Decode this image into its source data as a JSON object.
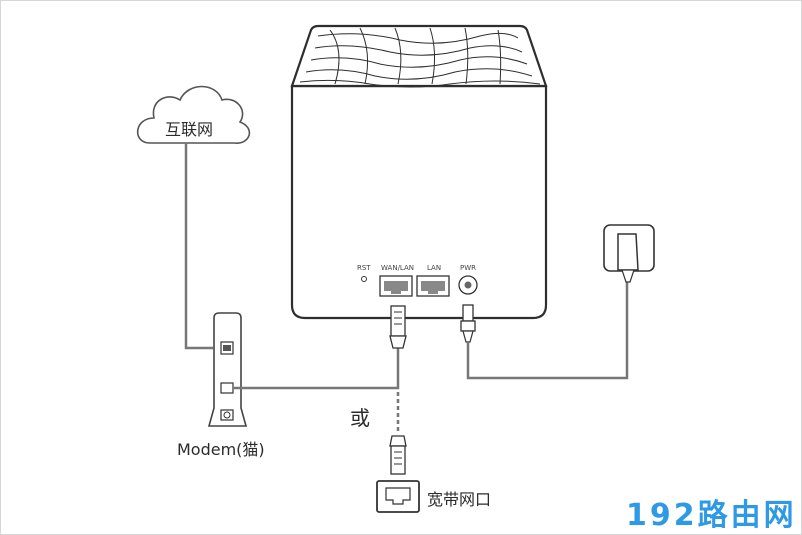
{
  "labels": {
    "internet": "互联网",
    "modem": "Modem(猫)",
    "or": "或",
    "wall_port": "宽带网口"
  },
  "router_ports": {
    "rst": "RST",
    "wan_lan": "WAN/LAN",
    "lan": "LAN",
    "pwr": "PWR"
  },
  "watermark": "192路由网"
}
